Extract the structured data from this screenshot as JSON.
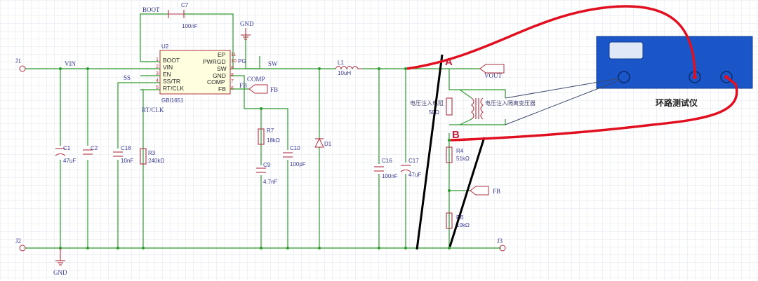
{
  "nets": {
    "j1": "J1",
    "j2": "J2",
    "j3": "J3",
    "vin": "VIN",
    "boot": "BOOT",
    "ss": "SS",
    "rtclk": "RT/CLK",
    "sw": "SW",
    "comp": "COMP",
    "gnd_top": "GND",
    "gnd_bottom": "GND",
    "vout": "VOUT",
    "fb": "FB",
    "fb2": "FB",
    "fb3": "FB"
  },
  "ic": {
    "ref": "U2",
    "part": "GBI1651",
    "left_pins": [
      {
        "num": "1",
        "name": "BOOT"
      },
      {
        "num": "2",
        "name": "VIN"
      },
      {
        "num": "3",
        "name": "EN"
      },
      {
        "num": "4",
        "name": "SS/TR"
      },
      {
        "num": "5",
        "name": "RT/CLK"
      }
    ],
    "right_pins": [
      {
        "num": "11",
        "name": "EP"
      },
      {
        "num": "10",
        "name": "PWRGD"
      },
      {
        "num": "9",
        "name": "SW"
      },
      {
        "num": "8",
        "name": "GND"
      },
      {
        "num": "7",
        "name": "COMP"
      },
      {
        "num": "6",
        "name": "FB"
      }
    ],
    "pg": "PG"
  },
  "components": {
    "c7": {
      "ref": "C7",
      "value": "100nF"
    },
    "l1": {
      "ref": "L1",
      "value": "10uH"
    },
    "c1": {
      "ref": "C1",
      "value": "47uF"
    },
    "c2": {
      "ref": "C2",
      "value": ""
    },
    "c18": {
      "ref": "C18",
      "value": "10nF"
    },
    "r3": {
      "ref": "R3",
      "value": "240kΩ"
    },
    "r7": {
      "ref": "R7",
      "value": "18kΩ"
    },
    "c9": {
      "ref": "C9",
      "value": "4.7nF"
    },
    "c10": {
      "ref": "C10",
      "value": "100pF"
    },
    "d1": {
      "ref": "D1",
      "value": ""
    },
    "c16": {
      "ref": "C16",
      "value": "100nF"
    },
    "c17": {
      "ref": "C17",
      "value": "47uF"
    },
    "r4": {
      "ref": "R4",
      "value": "51kΩ"
    },
    "r6": {
      "ref": "R6",
      "value": "10kΩ"
    },
    "rinj": {
      "label": "电压注入电阻",
      "value": "50Ω"
    },
    "xfmr": {
      "label": "电压注入隔离变压器"
    }
  },
  "annotations": {
    "point_a": "A",
    "point_b": "B"
  },
  "instrument": {
    "label": "环路测试仪"
  },
  "colors": {
    "wire": "#2e9a2e",
    "component": "#b03040",
    "text": "#3a3a9a",
    "probe": "#e01020",
    "instrument": "#1a56c8"
  }
}
